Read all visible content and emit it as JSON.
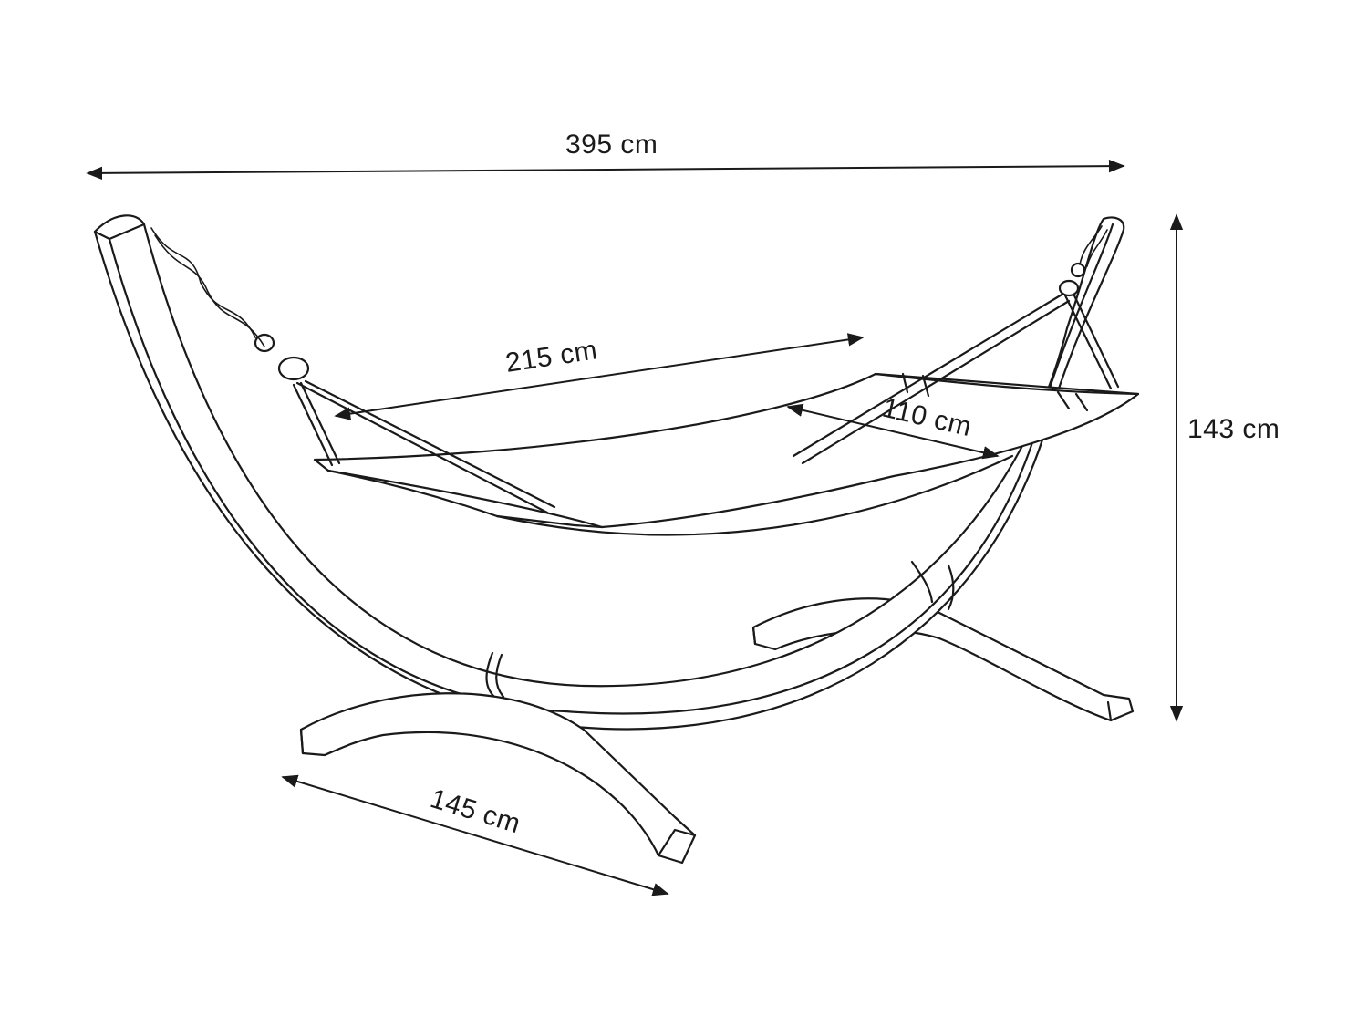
{
  "dimensions": {
    "total_length": "395 cm",
    "bed_length": "215 cm",
    "bed_width": "110 cm",
    "height": "143 cm",
    "base_width": "145 cm"
  }
}
